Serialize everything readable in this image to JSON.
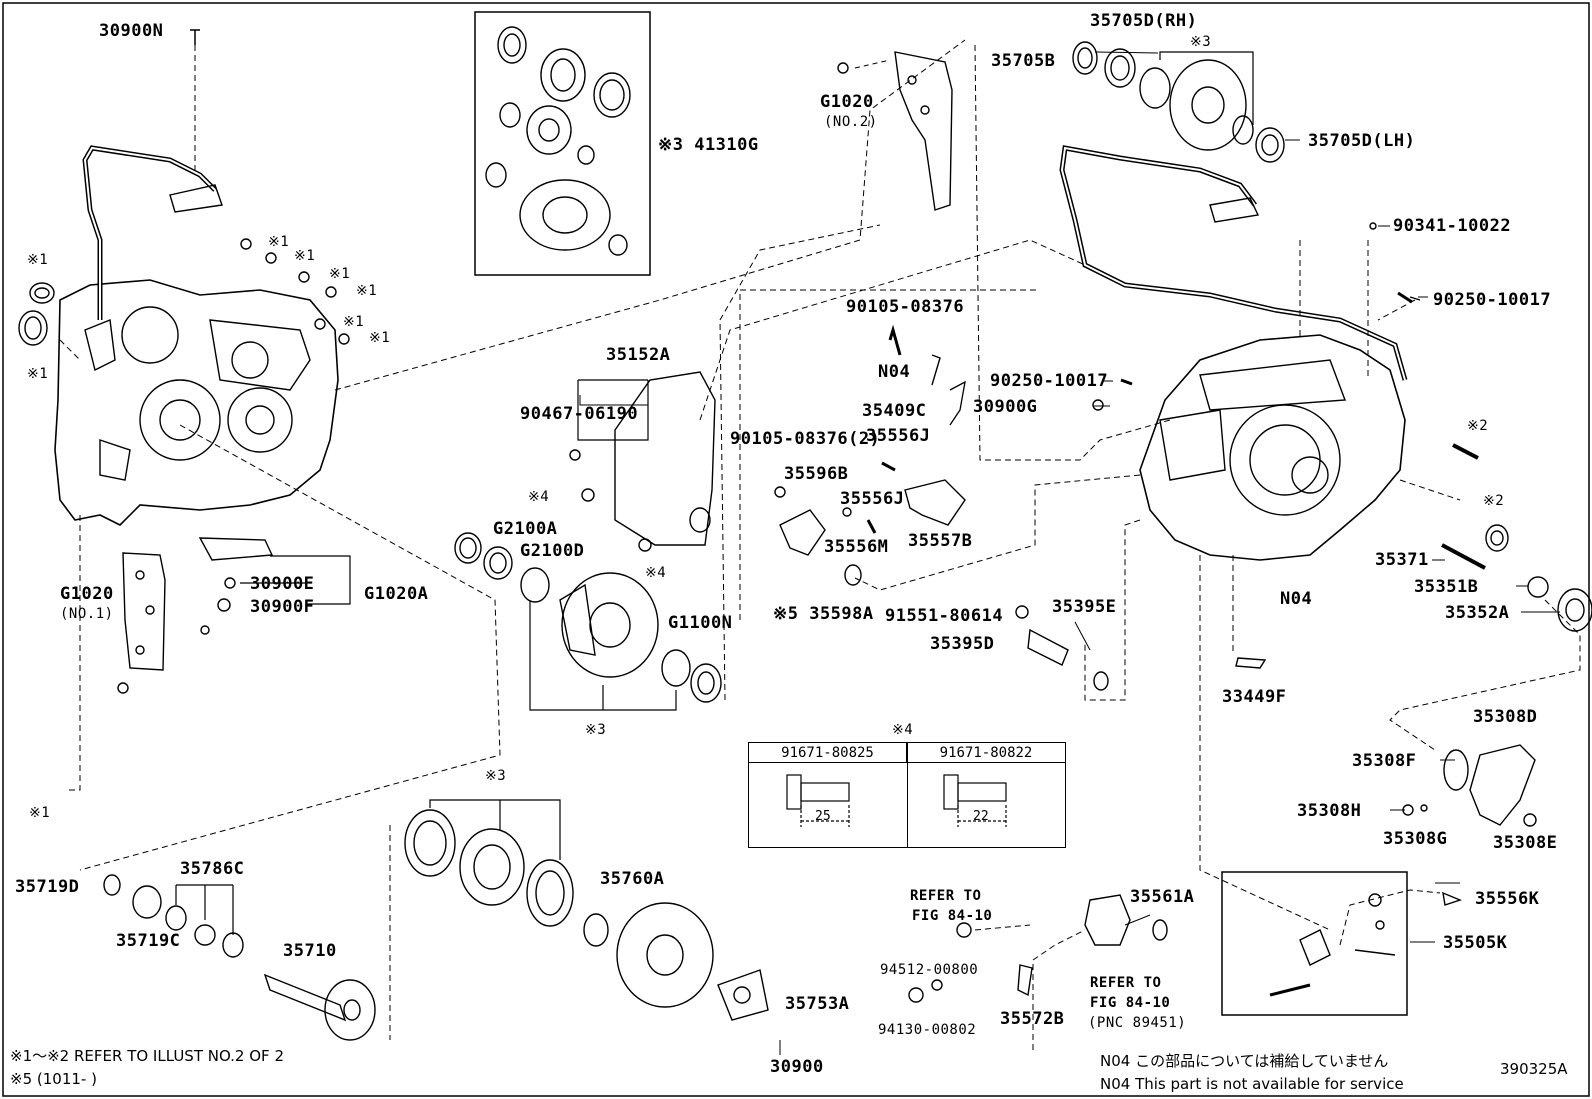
{
  "labels": {
    "p30900N": "30900N",
    "p41310G": "※3 41310G",
    "pG1020_no2": "G1020",
    "pNO2": "(NO.2)",
    "p35705D_RH": "35705D(RH)",
    "p35705B": "35705B",
    "p35705D_LH": "35705D(LH)",
    "mark3_top": "※3",
    "p90341": "90341-10022",
    "p90250a": "90250-10017",
    "p90250b": "90250-10017",
    "p30900G": "30900G",
    "p90105a": "90105-08376",
    "pN04a": "N04",
    "p35409C": "35409C",
    "p35152A": "35152A",
    "p90467": "90467-06190",
    "p90105b": "90105-08376(2)",
    "p35556J_a": "35556J",
    "p35556J_b": "35556J",
    "p35596B": "35596B",
    "p35557B": "35557B",
    "p35556M": "35556M",
    "p35598A": "※5 35598A",
    "p91551": "91551-80614",
    "p35395E": "35395E",
    "p35395D": "35395D",
    "mark4a": "※4",
    "mark4b": "※4",
    "pG2100A": "G2100A",
    "pG2100D": "G2100D",
    "pG1100N": "G1100N",
    "mark3_mid": "※3",
    "pG1020_no1": "G1020",
    "pNO1": "(NO.1)",
    "p30900E": "30900E",
    "p30900F": "30900F",
    "pG1020A": "G1020A",
    "m1a": "※1",
    "m1b": "※1",
    "m1c": "※1",
    "m1d": "※1",
    "m1e": "※1",
    "m1f": "※1",
    "m1g": "※1",
    "m1h": "※1",
    "m1i": "※1",
    "m2a": "※2",
    "m2b": "※2",
    "p35371": "35371",
    "p35351B": "35351B",
    "p35352A": "35352A",
    "pN04b": "N04",
    "p33449F": "33449F",
    "p35308D": "35308D",
    "p35308F": "35308F",
    "p35308H": "35308H",
    "p35308G": "35308G",
    "p35308E": "35308E",
    "p35556K": "35556K",
    "p35505K": "35505K",
    "p35561A": "35561A",
    "refer1a": "REFER TO",
    "refer1b": "FIG 84-10",
    "refer2a": "REFER TO",
    "refer2b": "FIG 84-10",
    "refer2c": "(PNC 89451)",
    "p94512": "94512-00800",
    "p94130": "94130-00802",
    "p35572B": "35572B",
    "p35753A": "35753A",
    "p35760A": "35760A",
    "mark3_bot": "※3",
    "p35719D": "35719D",
    "p35786C": "35786C",
    "p35719C": "35719C",
    "p35710": "35710",
    "p30900": "30900",
    "mark4_table": "※4"
  },
  "bolt_table": {
    "col1_part": "91671-80825",
    "col1_length": "25",
    "col2_part": "91671-80822",
    "col2_length": "22"
  },
  "footnotes": {
    "note1": "※1～※2 REFER TO ILLUST NO.2 OF 2",
    "note2": "※5 (1011-      )",
    "n04_jp": "N04 この部品については補給していません",
    "n04_en": "N04  This part is not available for service",
    "illust_id": "390325A"
  }
}
